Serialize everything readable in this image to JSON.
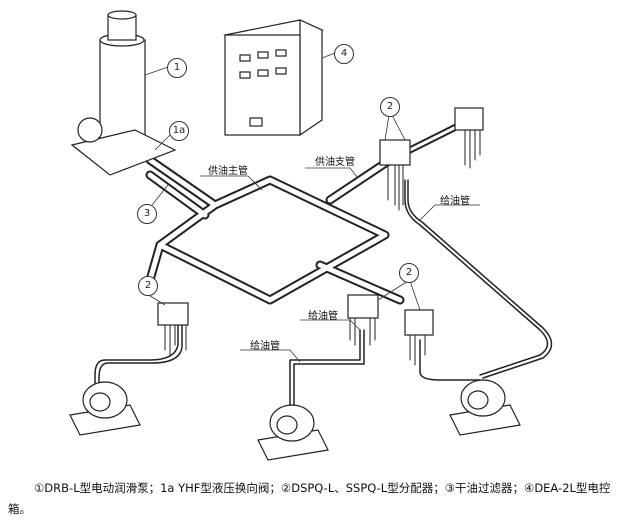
{
  "labels": {
    "pump": "1",
    "valve": "1a",
    "filter": "3",
    "control_box": "4",
    "distributor_top": "2",
    "distributor_right": "2",
    "distributor_left": "2"
  },
  "pipes": {
    "main_supply": "供油主管",
    "branch_supply": "供油支管",
    "feed_right": "给油管",
    "feed_middle": "给油管",
    "feed_bottom": "给油管"
  },
  "caption": "①DRB-L型电动润滑泵；1a YHF型液压换向阀；②DSPQ-L、SSPQ-L型分配器；③干油过滤器；④DEA-2L型电控箱。"
}
